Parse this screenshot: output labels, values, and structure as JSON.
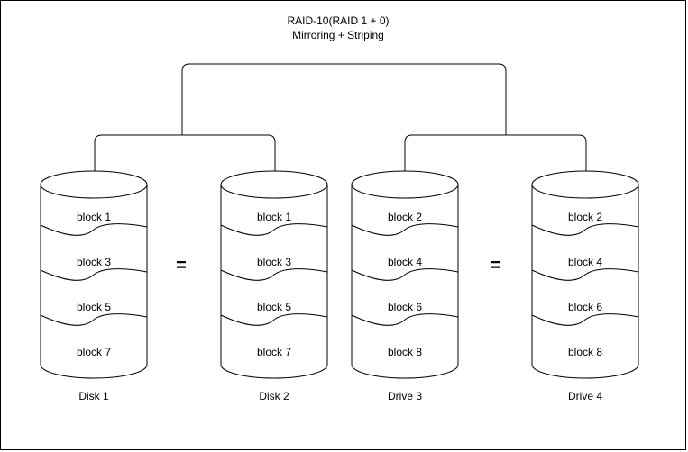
{
  "title": {
    "line1": "RAID-10(RAID 1 + 0)",
    "line2": "Mirroring + Striping"
  },
  "disks": [
    {
      "label": "Disk 1",
      "blocks": [
        "block 1",
        "block 3",
        "block 5",
        "block 7"
      ]
    },
    {
      "label": "Disk 2",
      "blocks": [
        "block 1",
        "block 3",
        "block 5",
        "block 7"
      ]
    },
    {
      "label": "Drive 3",
      "blocks": [
        "block 2",
        "block 4",
        "block 6",
        "block 8"
      ]
    },
    {
      "label": "Drive 4",
      "blocks": [
        "block 2",
        "block 4",
        "block 6",
        "block 8"
      ]
    }
  ],
  "equals_sign": "=",
  "colors": {
    "stroke": "#000000",
    "background": "#ffffff"
  }
}
